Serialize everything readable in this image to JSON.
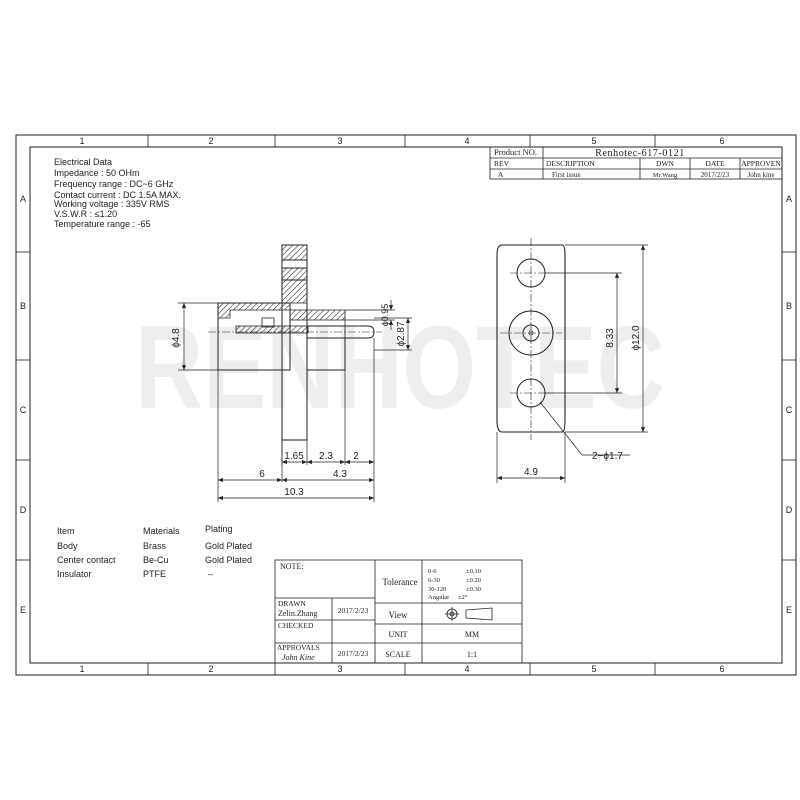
{
  "frame": {
    "columns": [
      "1",
      "2",
      "3",
      "4",
      "5",
      "6"
    ],
    "rows": [
      "A",
      "B",
      "C",
      "D",
      "E"
    ]
  },
  "title_block": {
    "product_no_label": "Product NO.",
    "product_no": "Renhotec-617-0121",
    "headers": {
      "rev": "REV",
      "description": "DESCRIPTION",
      "dwn": "DWN",
      "date": "DATE",
      "approven": "APPROVEN"
    },
    "row": {
      "rev": "A",
      "description": "First issue",
      "dwn": "Mr.Wang",
      "date": "2017/2/23",
      "approven": "John kine"
    }
  },
  "electrical": {
    "title": "Electrical Data",
    "lines": [
      "Impedance : 50 OHm",
      "Frequency range : DC~6 GHz",
      "Contact current : DC 1.5A MAX.",
      "Working voltage    : 335V RMS",
      "V.S.W.R  : ≤1.20",
      "Temperature range : -65"
    ]
  },
  "dimensions": {
    "d48": "ϕ4.8",
    "d095": "ϕ0.95",
    "d287": "ϕ2.87",
    "w165": "1.65",
    "w23": "2.3",
    "w2": "2",
    "w6": "6",
    "w43": "4.3",
    "w103": "10.3",
    "h833": "8.33",
    "d120": "ϕ12.0",
    "w49": "4.9",
    "holes": "2−ϕ1.7"
  },
  "watermark": "RENHOTEC",
  "materials": {
    "headers": {
      "item": "Item",
      "materials": "Materials",
      "plating": "Plating"
    },
    "rows": [
      {
        "item": "Body",
        "material": "Brass",
        "plating": "Gold Plated"
      },
      {
        "item": "Center contact",
        "material": "Be-Cu",
        "plating": "Gold Plated"
      },
      {
        "item": "Insulator",
        "material": "PTFE",
        "plating": "–"
      }
    ]
  },
  "notes_block": {
    "note": "NOTE:",
    "drawn_label": "DRAWN",
    "drawn_name": "Zelin.Zhang",
    "drawn_date": "2017/2/23",
    "checked_label": "CHECKED",
    "approvals_label": "APPROVALS",
    "approvals_name": "John Kine",
    "approvals_date": "2017/2/23",
    "tolerance_label": "Tolerance",
    "tolerances": [
      {
        "range": "0-6",
        "value": "±0.10"
      },
      {
        "range": "6-30",
        "value": "±0.20"
      },
      {
        "range": "30-120",
        "value": "±0.30"
      },
      {
        "range": "Angular",
        "value": "±2°"
      }
    ],
    "view_label": "View",
    "unit_label": "UNIT",
    "unit_value": "MM",
    "scale_label": "SCALE",
    "scale_value": "1:1"
  }
}
